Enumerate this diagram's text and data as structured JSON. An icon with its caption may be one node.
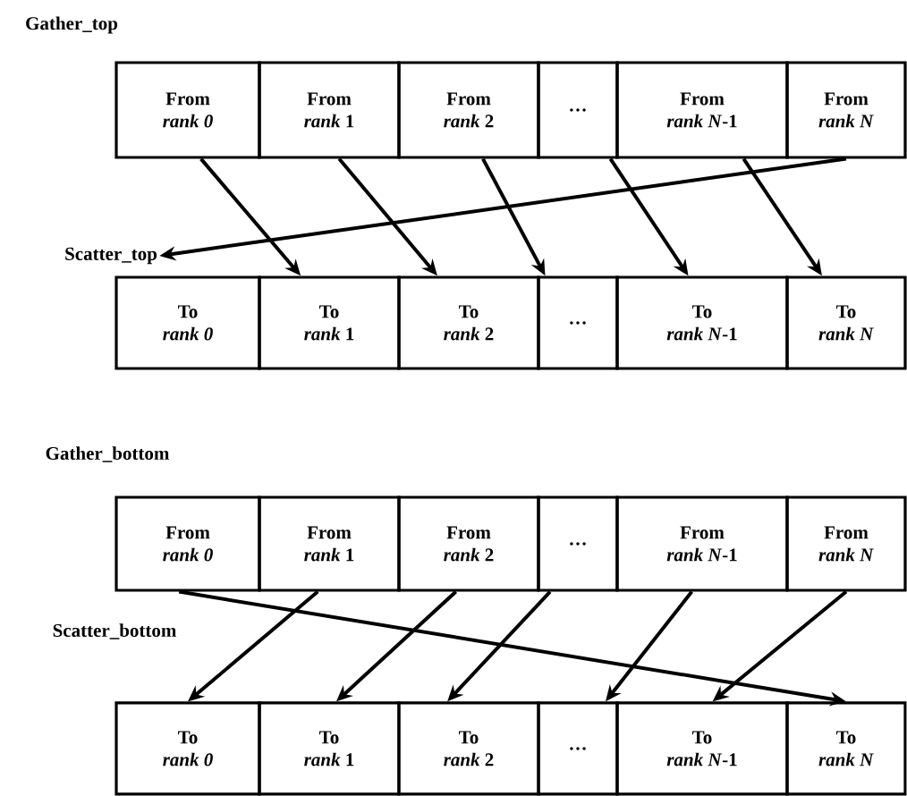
{
  "diagram": {
    "nodes": [
      {
        "text": [
          "From",
          "*rank 0*"
        ]
      },
      {
        "text": [
          "From",
          "*rank* 1"
        ]
      },
      {
        "text": [
          "From",
          "*rank* 2"
        ]
      },
      {
        "text": [
          "…"
        ]
      },
      {
        "text": [
          "From",
          "*rank N*-1"
        ]
      },
      {
        "text": [
          "From",
          "*rank N*"
        ]
      },
      {
        "text": [
          "Scatter_top"
        ]
      },
      {
        "text": [
          "To",
          "*rank 0*"
        ]
      },
      {
        "text": [
          "To",
          "*rank* 1"
        ]
      },
      {
        "text": [
          "To",
          "*rank* 2"
        ]
      },
      {
        "text": [
          "…"
        ]
      },
      {
        "text": [
          "To",
          "*rank N*-1"
        ]
      },
      {
        "text": [
          "To",
          "*rank N*"
        ]
      },
      {
        "text": [
          "From",
          "*rank 0*"
        ]
      },
      {
        "text": [
          "From",
          "*rank* 1"
        ]
      },
      {
        "text": [
          "From",
          "*rank* 2"
        ]
      },
      {
        "text": [
          "…"
        ]
      },
      {
        "text": [
          "From",
          "*rank N*-1"
        ]
      },
      {
        "text": [
          "From",
          "*rank N*"
        ]
      },
      {
        "text": [
          "To",
          "*rank 0*"
        ]
      },
      {
        "text": [
          "To",
          "*rank* 1"
        ]
      },
      {
        "text": [
          "To",
          "*rank* 2"
        ]
      },
      {
        "text": [
          "…"
        ]
      },
      {
        "text": [
          "To",
          "*rank N*-1"
        ]
      },
      {
        "text": [
          "To",
          "*rank N*"
        ]
      }
    ],
    "edges": [
      {
        "from": 0,
        "to": 8,
        "arrow": "to"
      },
      {
        "from": 1,
        "to": 9,
        "arrow": "to"
      },
      {
        "from": 2,
        "to": 10,
        "arrow": "to"
      },
      {
        "from": 3,
        "to": 11,
        "arrow": "to"
      },
      {
        "from": 4,
        "to": 12,
        "arrow": "to"
      },
      {
        "from": 5,
        "to": 6,
        "arrow": "to"
      },
      {
        "from": 14,
        "to": 19,
        "arrow": "to"
      },
      {
        "from": 15,
        "to": 20,
        "arrow": "to"
      },
      {
        "from": 16,
        "to": 21,
        "arrow": "to"
      },
      {
        "from": 17,
        "to": 22,
        "arrow": "to"
      },
      {
        "from": 18,
        "to": 23,
        "arrow": "to"
      },
      {
        "from": 13,
        "to": 24,
        "arrow": "to"
      }
    ],
    "labels": [
      "Gather_top",
      "Gather_bottom",
      "Scatter_bottom"
    ]
  }
}
